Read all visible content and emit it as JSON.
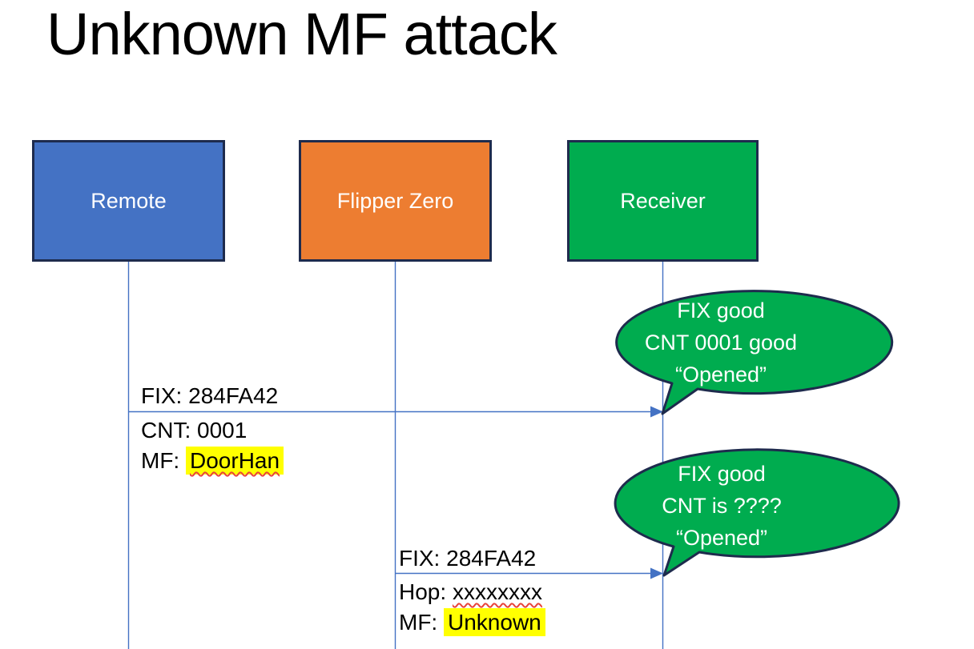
{
  "slide": {
    "title": "Unknown MF attack"
  },
  "actors": [
    {
      "label": "Remote",
      "color": "#4472C4"
    },
    {
      "label": "Flipper Zero",
      "color": "#ED7D31"
    },
    {
      "label": "Receiver",
      "color": "#00AC4F"
    }
  ],
  "messages": [
    {
      "line1": "FIX: 284FA42",
      "line2_prefix": "CNT: ",
      "line2_value": "0001",
      "line3_prefix": "MF: ",
      "line3_value": "DoorHan"
    },
    {
      "line1": "FIX: 284FA42",
      "line2_prefix": "Hop: ",
      "line2_value": "xxxxxxxx",
      "line3_prefix": "MF: ",
      "line3_value": "Unknown"
    }
  ],
  "callouts": [
    {
      "line1": "FIX good",
      "line2": "CNT 0001 good",
      "line3": "“Opened”"
    },
    {
      "line1": "FIX good",
      "line2": "CNT is ????",
      "line3": "“Opened”"
    }
  ],
  "colors": {
    "accent_blue": "#4472C4",
    "accent_orange": "#ED7D31",
    "accent_green": "#00AC4F",
    "outline_navy": "#1E2B4D",
    "line_blue": "#4472C4",
    "highlight_yellow": "#FFFF00",
    "squiggle_red": "#E8443A",
    "text_black": "#000000",
    "text_white": "#FFFFFF"
  }
}
